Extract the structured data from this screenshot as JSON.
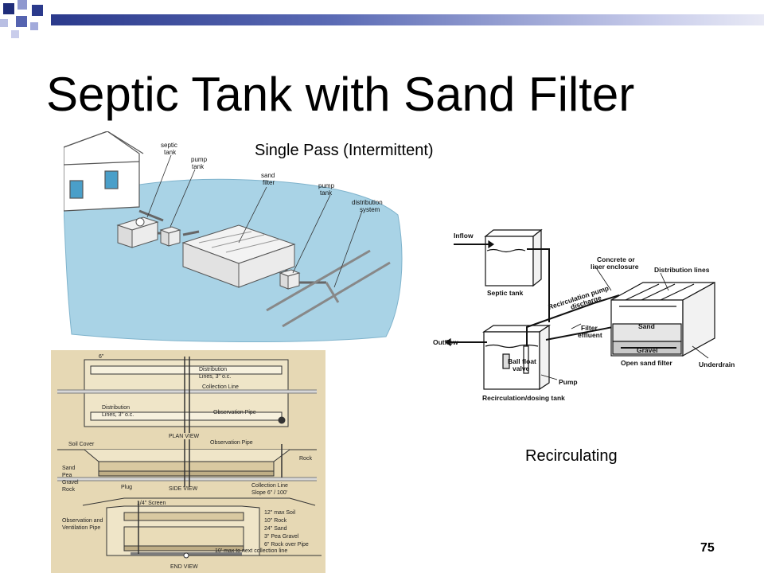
{
  "slide": {
    "title": "Septic Tank with Sand Filter",
    "number": "75",
    "accent_color": "#2b3a8c"
  },
  "captions": {
    "single_pass": "Single Pass (Intermittent)",
    "recirculating": "Recirculating"
  },
  "figure_single_pass": {
    "labels": {
      "septic_tank": [
        "septic",
        "tank"
      ],
      "pump_tank_1": [
        "pump",
        "tank"
      ],
      "sand_filter": [
        "sand",
        "filter"
      ],
      "pump_tank_2": [
        "pump",
        "tank"
      ],
      "distribution_system": [
        "distribution",
        "system"
      ]
    }
  },
  "figure_recirculating": {
    "labels": {
      "inflow": "Inflow",
      "septic_tank": "Septic tank",
      "outflow": "Outflow",
      "ball_float_valve": [
        "Ball float",
        "valve"
      ],
      "pump": "Pump",
      "recirculation_dosing_tank": "Recirculation/dosing tank",
      "recirculation_pump_discharge": [
        "Recirculation pump",
        "discharge"
      ],
      "filter_effluent": [
        "Filter",
        "effluent"
      ],
      "concrete_enclosure": [
        "Concrete or",
        "liner enclosure"
      ],
      "distribution_lines": "Distribution lines",
      "sand": "Sand",
      "gravel": "Gravel",
      "open_sand_filter": "Open sand filter",
      "underdrain": "Underdrain"
    }
  },
  "figure_plan": {
    "labels": {
      "spacing": "6\"",
      "distribution_lines_top": [
        "Distribution",
        "Lines, 3\" o.c."
      ],
      "collection_line": "Collection Line",
      "distribution_lines_bottom": [
        "Distribution",
        "Lines, 3\" o.c."
      ],
      "observation_pipe": "Observation Pipe",
      "plan_view": "PLAN VIEW",
      "soil_cover": "Soil Cover",
      "observation_pipe_side": "Observation Pipe",
      "sand": "Sand",
      "pea": "Pea",
      "gravel": "Gravel",
      "rock_left": "Rock",
      "rock_right": "Rock",
      "plug": "Plug",
      "side_view": "SIDE VIEW",
      "collection_line_side": [
        "Collection Line",
        "Slope 6\" / 100'"
      ],
      "screen": "1/4\" Screen",
      "obs_vent_pipe": [
        "Observation and",
        "Ventilation Pipe"
      ],
      "layers": [
        "12\" max Soil",
        "10\" Rock",
        "24\" Sand",
        "3\"   Pea Gravel",
        "6\"   Rock over Pipe"
      ],
      "max_dist": "10' max to next collection line",
      "end_view": "END VIEW"
    }
  }
}
